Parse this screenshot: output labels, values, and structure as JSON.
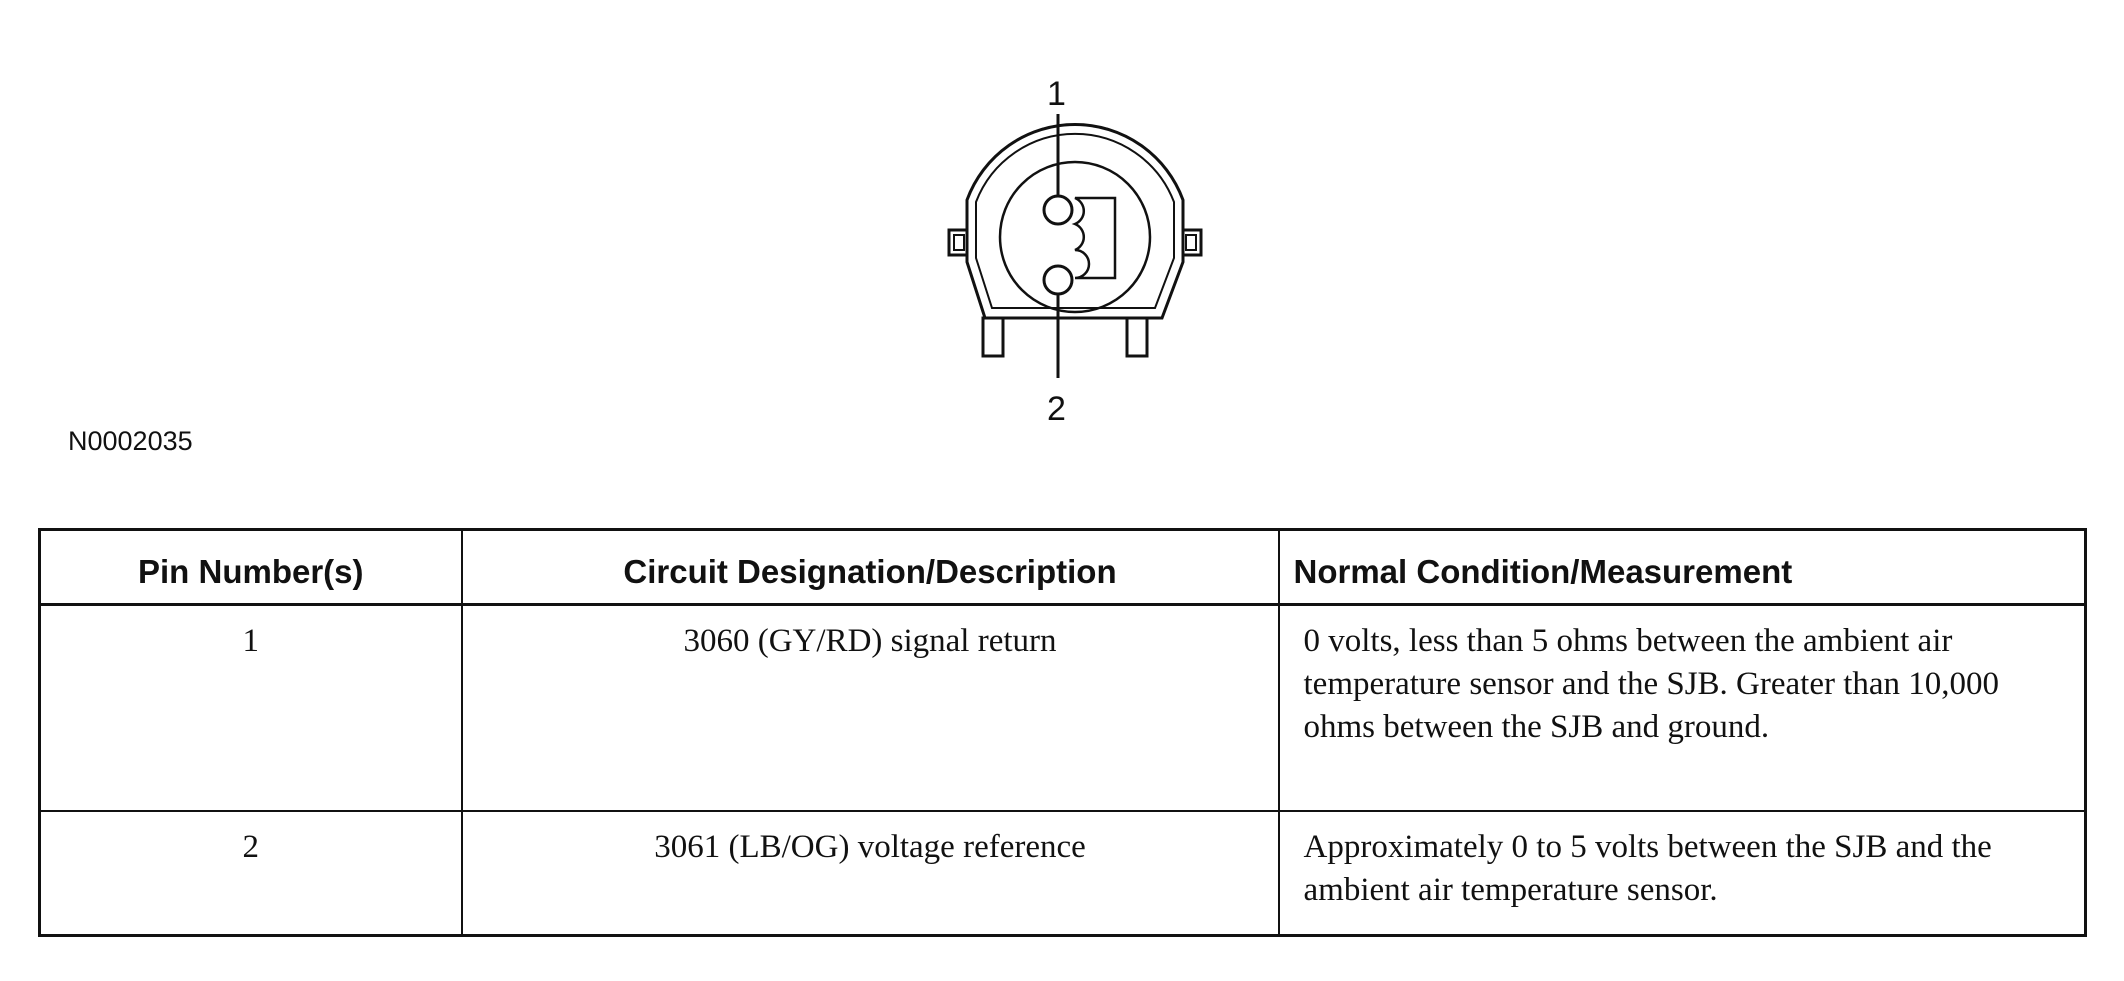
{
  "figure": {
    "id": "N0002035",
    "pin_labels": [
      "1",
      "2"
    ]
  },
  "table": {
    "headers": [
      "Pin Number(s)",
      "Circuit Designation/Description",
      "Normal Condition/Measurement"
    ],
    "rows": [
      {
        "pin": "1",
        "circuit": "3060 (GY/RD) signal return",
        "condition": "0 volts, less than 5 ohms between the ambient air temperature sensor and the SJB. Greater than 10,000 ohms between the SJB and ground."
      },
      {
        "pin": "2",
        "circuit": "3061 (LB/OG) voltage reference",
        "condition": "Approximately 0 to 5 volts between the SJB and the ambient air temperature sensor."
      }
    ]
  }
}
